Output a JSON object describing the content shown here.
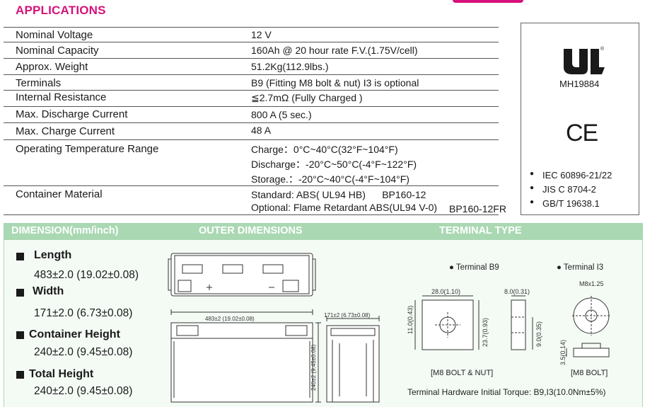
{
  "heading": "APPLICATIONS",
  "specs": [
    {
      "label": "Nominal Voltage",
      "value": "12 V"
    },
    {
      "label": "Nominal Capacity",
      "value": "160Ah @ 20 hour rate F.V.(1.75V/cell)"
    },
    {
      "label": "Approx. Weight",
      "value": "51.2Kg(112.9lbs.)"
    },
    {
      "label": "Terminals",
      "value": "B9 (Fitting M8 bolt & nut) I3 is optional"
    },
    {
      "label": "Internal Resistance",
      "value": "≦2.7mΩ  (Fully Charged )"
    },
    {
      "label": "Max. Discharge Current",
      "value": "800 A (5 sec.)"
    },
    {
      "label": "Max. Charge Current",
      "value": "48 A"
    },
    {
      "label": "Operating Temperature Range",
      "lines": [
        "Charge：0°C~40°C(32°F~104°F)",
        "Discharge：-20°C~50°C(-4°F~122°F)",
        "Storage.：-20°C~40°C(-4°F~104°F)"
      ]
    },
    {
      "label": "Container Material",
      "lines": [
        "Standard: ABS( UL94 HB)      BP160-12",
        "Optional: Flame Retardant ABS(UL94 V-0)"
      ],
      "extra": "BP160-12FR"
    }
  ],
  "certifications": {
    "ul_registered": "®",
    "ul_file": "MH19884",
    "ce_mark": "CE",
    "standards": [
      "IEC 60896-21/22",
      "JIS C 8704-2",
      "GB/T 19638.1"
    ],
    "bullet": "●"
  },
  "dimension_section": {
    "title": "DIMENSION(mm/inch)",
    "outer_title": "OUTER DIMENSIONS",
    "terminal_title": "TERMINAL TYPE",
    "items": [
      {
        "label": "Length",
        "value": "483±2.0  (19.02±0.08)"
      },
      {
        "label": "Width",
        "value": "171±2.0   (6.73±0.08)"
      },
      {
        "label": "Container Height",
        "value": "240±2.0   (9.45±0.08)"
      },
      {
        "label": "Total  Height",
        "value": "240±2.0   (9.45±0.08)"
      }
    ]
  },
  "drawing": {
    "length_dim": "483±2 (19.02±0.08)",
    "width_dim": "171±2 (6.73±0.08)",
    "height_dim": "240±2 (9.45±0.08)"
  },
  "terminals": {
    "b9_title": "● Terminal B9",
    "i3_title": "● Terminal I3",
    "b9_width": "28.0(1.10)",
    "b9_thickness": "8.0(0.31)",
    "b9_hole_height": "11.0(0.43)",
    "b9_total_height": "23.7(0.93)",
    "b9_side_height": "9.0(0.35)",
    "i3_bolt": "M8x1.25",
    "i3_height": "3.5(0.14)",
    "b9_caption": "[M8 BOLT & NUT]",
    "i3_caption": "[M8 BOLT]",
    "torque_note": "Terminal Hardware Initial Torque: B9,I3(10.0Nm±5%)"
  }
}
